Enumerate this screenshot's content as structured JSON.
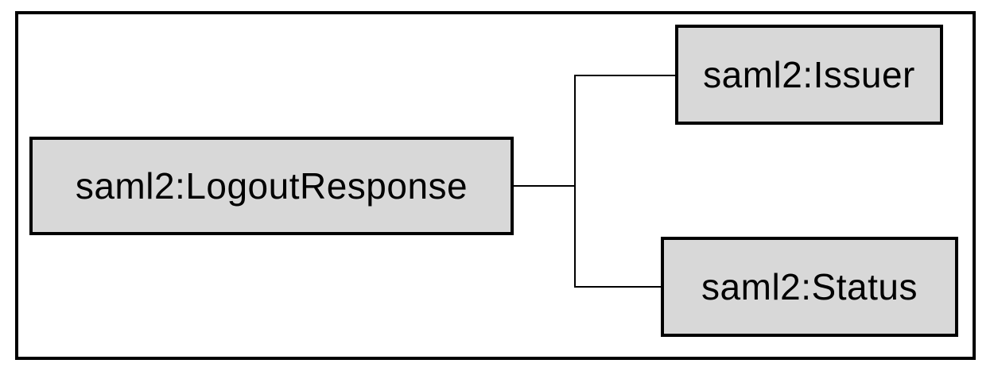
{
  "diagram": {
    "type": "xml-element-tree",
    "root": {
      "label": "saml2:LogoutResponse"
    },
    "children": [
      {
        "label": "saml2:Issuer"
      },
      {
        "label": "saml2:Status"
      }
    ],
    "colors": {
      "background": "#ffffff",
      "node_fill": "#d8d8d8",
      "node_border": "#000000",
      "connector": "#000000",
      "frame_border": "#000000",
      "text": "#000000"
    }
  }
}
